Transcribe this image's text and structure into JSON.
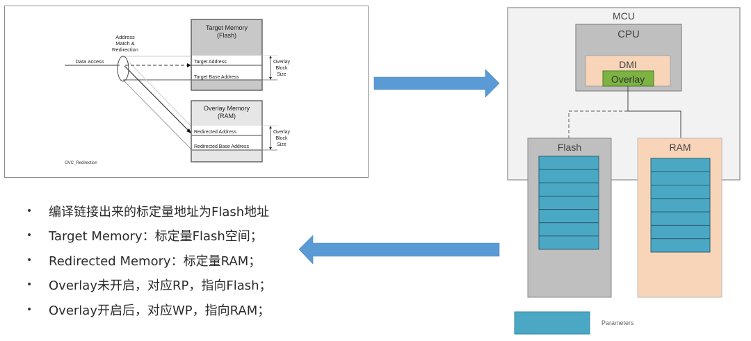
{
  "left_diagram": {
    "address_match_label": [
      "Address",
      "Match &",
      "Redirection"
    ],
    "data_access_label": "Data access",
    "target_memory": {
      "title": [
        "Target Memory",
        "(Flash)"
      ],
      "target_address": "Target Address",
      "target_base_address": "Target Base Address"
    },
    "overlay_memory": {
      "title": [
        "Overlay Memory",
        "(RAM)"
      ],
      "redirected_address": "Redirected Address",
      "redirected_base_address": "Redirected Base Address"
    },
    "overlay_block_size": [
      "Overlay",
      "Block",
      "Size"
    ],
    "caption": "OVC_Redirection"
  },
  "right_diagram": {
    "mcu_label": "MCU",
    "cpu_label": "CPU",
    "dmi_label": "DMI",
    "overlay_label": "Overlay",
    "flash_label": "Flash",
    "ram_label": "RAM",
    "parameter_rows_flash": 7,
    "parameter_rows_ram": 7,
    "legend_label": "Parameters",
    "colors": {
      "mcu_bg": "#f2f2f2",
      "cpu_bg": "#bfbfbf",
      "dmi_bg": "#f8d5b8",
      "overlay_bg": "#7cb342",
      "flash_bg": "#bfbfbf",
      "ram_bg": "#f8d5b8",
      "parameter": "#4aa8c4"
    }
  },
  "arrows": {
    "color": "#5b9bd5"
  },
  "bullets": [
    "编译链接出来的标定量地址为Flash地址",
    "Target Memory：标定量Flash空间；",
    "Redirected Memory：标定量RAM；",
    "Overlay未开启，对应RP，指向Flash；",
    "Overlay开启后，对应WP，指向RAM；"
  ],
  "bullet_symbol": "•"
}
